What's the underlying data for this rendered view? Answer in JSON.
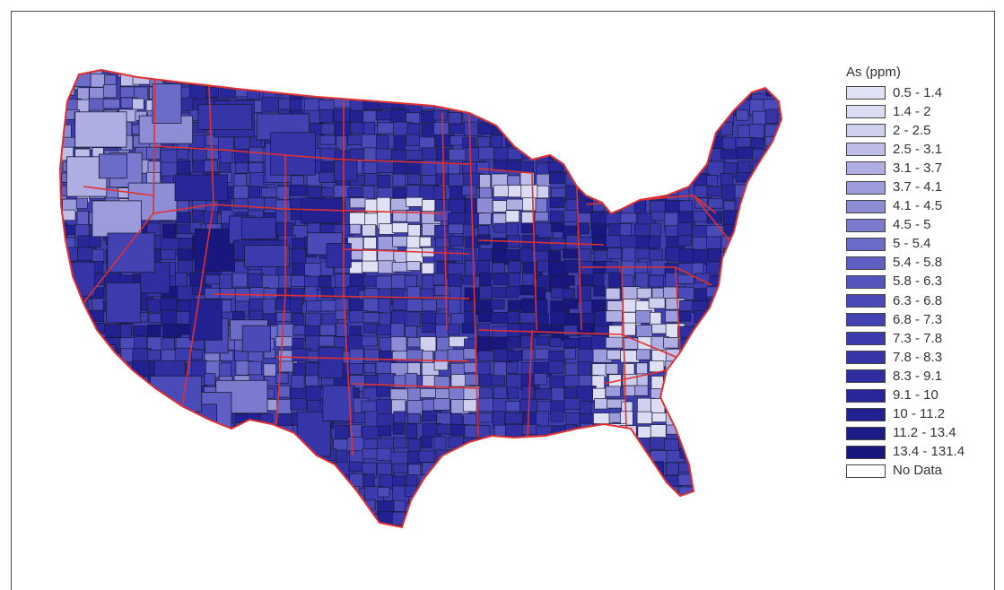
{
  "legend": {
    "title": "As (ppm)",
    "items": [
      {
        "label": "0.5 - 1.4",
        "color": "#e1e1f4"
      },
      {
        "label": "1.4 - 2",
        "color": "#dcdcf2"
      },
      {
        "label": "2 - 2.5",
        "color": "#cfcfee"
      },
      {
        "label": "2.5 - 3.1",
        "color": "#bebee8"
      },
      {
        "label": "3.1 - 3.7",
        "color": "#aeaee3"
      },
      {
        "label": "3.7 - 4.1",
        "color": "#9c9cdc"
      },
      {
        "label": "4.1 - 4.5",
        "color": "#8d8dd6"
      },
      {
        "label": "4.5 - 5",
        "color": "#7a7acf"
      },
      {
        "label": "5 - 5.4",
        "color": "#6b6bc8"
      },
      {
        "label": "5.4 - 5.8",
        "color": "#5f5fc3"
      },
      {
        "label": "5.8 - 6.3",
        "color": "#5454be"
      },
      {
        "label": "6.3 - 6.8",
        "color": "#4a4ab9"
      },
      {
        "label": "6.8 - 7.3",
        "color": "#4242b3"
      },
      {
        "label": "7.3 - 7.8",
        "color": "#3b3bad"
      },
      {
        "label": "7.8 - 8.3",
        "color": "#3535a8"
      },
      {
        "label": "8.3 - 9.1",
        "color": "#2e2ea1"
      },
      {
        "label": "9.1 - 10",
        "color": "#27279a"
      },
      {
        "label": "10 - 11.2",
        "color": "#212192"
      },
      {
        "label": "11.2 - 13.4",
        "color": "#1c1c89"
      },
      {
        "label": "13.4 - 131.4",
        "color": "#17177e"
      },
      {
        "label": "No Data",
        "color": "#ffffff"
      }
    ]
  },
  "colors": {
    "state_border": "#e0302f",
    "county_border": "#1a1a3a",
    "map_base": "#3d3fb0"
  }
}
